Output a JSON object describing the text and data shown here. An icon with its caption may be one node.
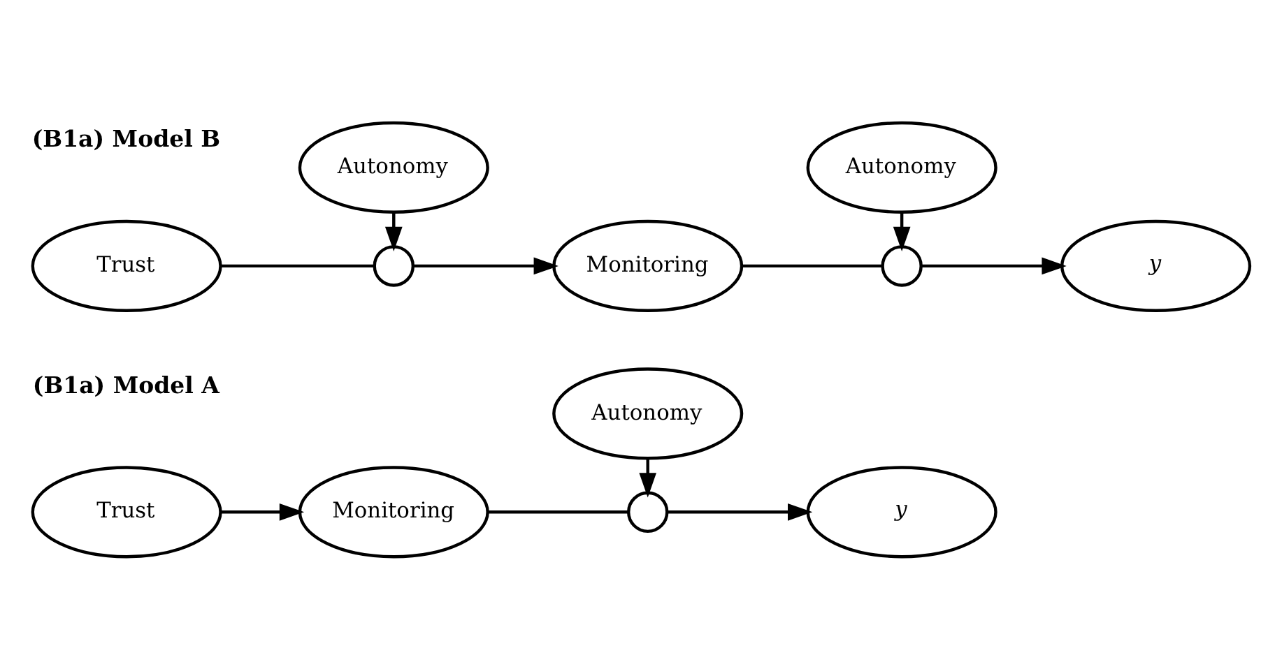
{
  "diagram": {
    "nodes": [
      {
        "text": [
          "Trust"
        ]
      },
      {
        "text": [
          "Monitoring"
        ]
      },
      {
        "text": [
          "Autonomy"
        ]
      },
      {
        "text": [],
        "shape": "circle"
      },
      {
        "text": [
          "y"
        ]
      },
      {
        "text": [
          "Autonomy"
        ]
      },
      {
        "text": [
          "Autonomy"
        ]
      },
      {
        "text": [
          "Trust"
        ]
      },
      {
        "text": [],
        "shape": "circle"
      },
      {
        "text": [
          "Monitoring"
        ]
      },
      {
        "text": [],
        "shape": "circle"
      },
      {
        "text": [
          "y"
        ]
      }
    ],
    "edges": [
      {
        "from": 0,
        "to": 1,
        "arrow": "to"
      },
      {
        "from": 1,
        "to": 3,
        "arrow": "none"
      },
      {
        "from": 2,
        "to": 3,
        "arrow": "to"
      },
      {
        "from": 3,
        "to": 4,
        "arrow": "to"
      },
      {
        "from": 7,
        "to": 8,
        "arrow": "none"
      },
      {
        "from": 5,
        "to": 8,
        "arrow": "to"
      },
      {
        "from": 8,
        "to": 9,
        "arrow": "to"
      },
      {
        "from": 9,
        "to": 10,
        "arrow": "none"
      },
      {
        "from": 6,
        "to": 10,
        "arrow": "to"
      },
      {
        "from": 10,
        "to": 11,
        "arrow": "to"
      }
    ],
    "labels": [
      "(B1a) Model A",
      "(B1a) Model B"
    ]
  }
}
